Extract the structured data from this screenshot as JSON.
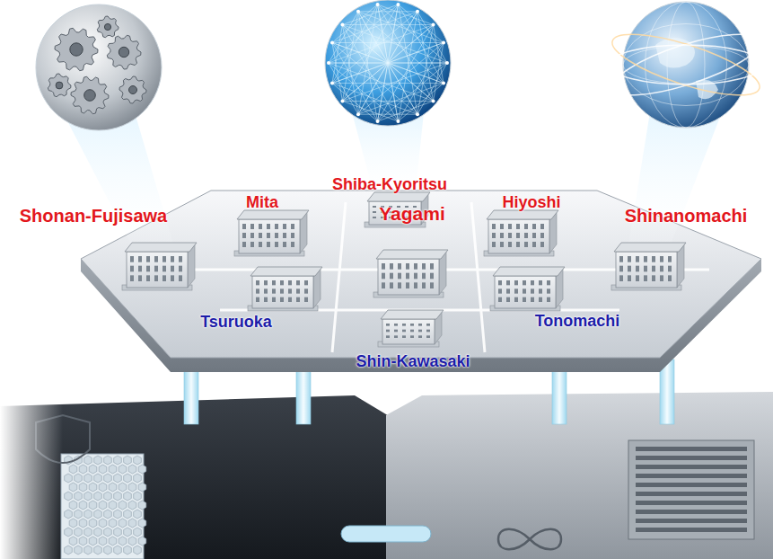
{
  "diagram": {
    "labels": [
      "Shonan-Fujisawa",
      "Mita",
      "Shiba-Kyoritsu",
      "Hiyoshi",
      "Shinanomachi",
      "Yagami",
      "Tsuruoka",
      "Tonomachi",
      "Shin-Kawasaki"
    ]
  }
}
